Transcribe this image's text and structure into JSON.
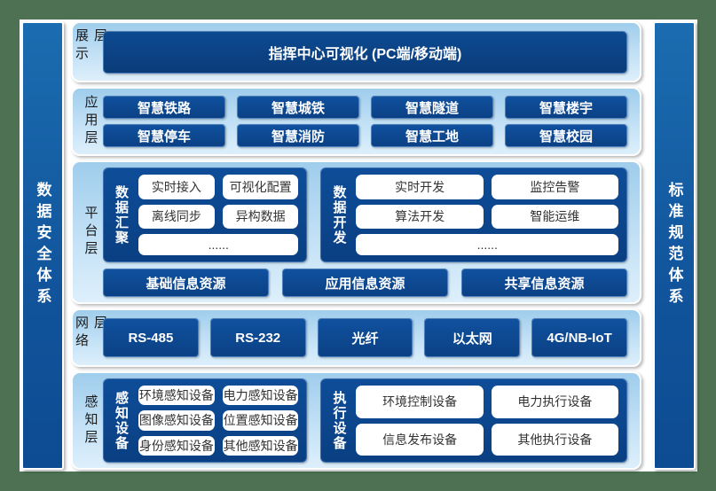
{
  "colors": {
    "background_green": "#4d7152",
    "panel_light_blue": "#c3e1f6",
    "box_dark_blue": "#0c4791",
    "display_box_navy": "#0a3c7a",
    "white_box": "#ffffff"
  },
  "side_bars": {
    "left_label": "数据安全体系",
    "right_label": "标准规范体系"
  },
  "layers": {
    "display": {
      "label": "展示层",
      "main_box": "指挥中心可视化 (PC端/移动端)"
    },
    "application": {
      "label": "应用层",
      "boxes": [
        "智慧铁路",
        "智慧城铁",
        "智慧隧道",
        "智慧楼宇",
        "智慧停车",
        "智慧消防",
        "智慧工地",
        "智慧校园"
      ]
    },
    "platform": {
      "label": "平台层",
      "data_aggregation": {
        "label": "数据汇聚",
        "boxes": [
          "实时接入",
          "可视化配置",
          "离线同步",
          "异构数据"
        ],
        "ellipsis": "......"
      },
      "data_development": {
        "label": "数据开发",
        "boxes": [
          "实时开发",
          "监控告警",
          "算法开发",
          "智能运维"
        ],
        "ellipsis": "......"
      },
      "resources": [
        "基础信息资源",
        "应用信息资源",
        "共享信息资源"
      ]
    },
    "network": {
      "label": "网络层",
      "boxes": [
        "RS-485",
        "RS-232",
        "光纤",
        "以太网",
        "4G/NB-IoT"
      ]
    },
    "perception": {
      "label": "感知层",
      "sensing_devices": {
        "label": "感知设备",
        "boxes": [
          "环境感知设备",
          "电力感知设备",
          "图像感知设备",
          "位置感知设备",
          "身份感知设备",
          "其他感知设备"
        ]
      },
      "execution_devices": {
        "label": "执行设备",
        "boxes": [
          "环境控制设备",
          "电力执行设备",
          "信息发布设备",
          "其他执行设备"
        ]
      }
    }
  }
}
